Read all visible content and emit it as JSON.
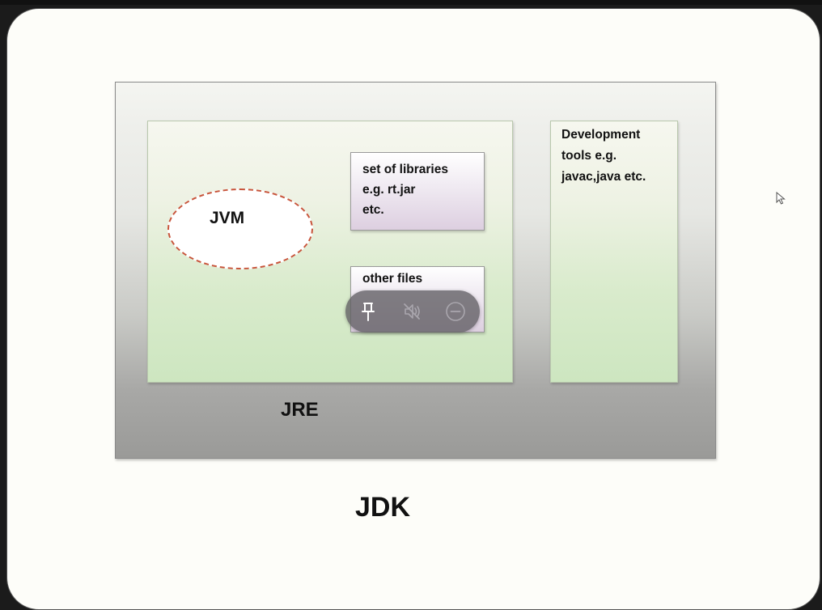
{
  "diagram": {
    "jvm_label": "JVM",
    "libraries_text": "set of libraries\ne.g. rt.jar\netc.",
    "other_files_text": "other files",
    "dev_tools_text": "Development\ntools e.g.\njavac,java etc.",
    "jre_label": "JRE",
    "jdk_label": "JDK"
  },
  "overlay": {
    "buttons": [
      {
        "icon": "pin-icon"
      },
      {
        "icon": "mute-icon"
      },
      {
        "icon": "minimize-icon"
      }
    ]
  },
  "colors": {
    "jvm_border": "#c8543b",
    "jre_fill": "#d9ebcc",
    "library_fill": "#ddcfe0",
    "overlay_bg": "#5f5c62"
  }
}
